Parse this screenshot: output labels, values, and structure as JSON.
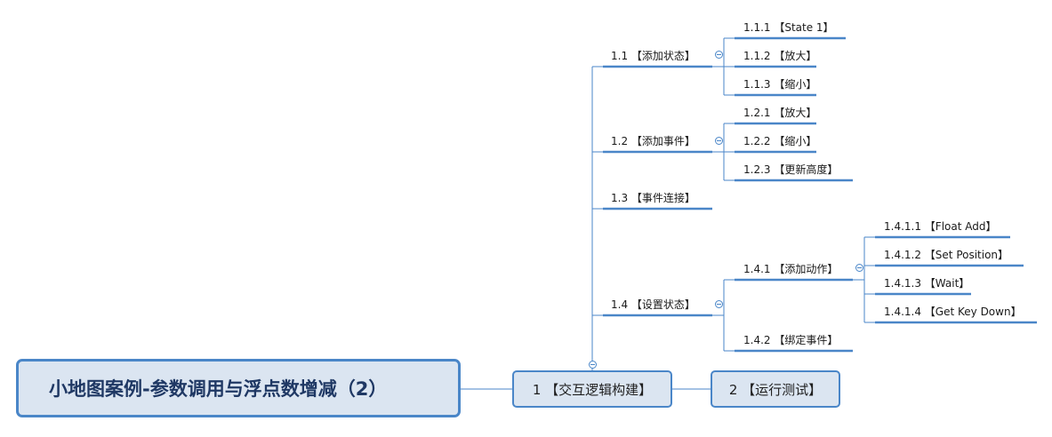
{
  "root": {
    "title": "小地图案例-参数调用与浮点数增减（2）"
  },
  "branch1": {
    "label": "1 【交互逻辑构建】"
  },
  "branch2": {
    "label": "2 【运行测试】"
  },
  "n1_1": "1.1 【添加状态】",
  "n1_1_1": "1.1.1 【State 1】",
  "n1_1_2": "1.1.2 【放大】",
  "n1_1_3": "1.1.3 【缩小】",
  "n1_2": "1.2 【添加事件】",
  "n1_2_1": "1.2.1 【放大】",
  "n1_2_2": "1.2.2 【缩小】",
  "n1_2_3": "1.2.3 【更新高度】",
  "n1_3": "1.3 【事件连接】",
  "n1_4": "1.4 【设置状态】",
  "n1_4_1": "1.4.1 【添加动作】",
  "n1_4_1_1": "1.4.1.1 【Float Add】",
  "n1_4_1_2": "1.4.1.2 【Set Position】",
  "n1_4_1_3": "1.4.1.3 【Wait】",
  "n1_4_1_4": "1.4.1.4 【Get Key Down】",
  "n1_4_2": "1.4.2 【绑定事件】",
  "colors": {
    "line": "#4a86c8",
    "fill": "#dbe5f1",
    "root_text": "#1f3864"
  }
}
